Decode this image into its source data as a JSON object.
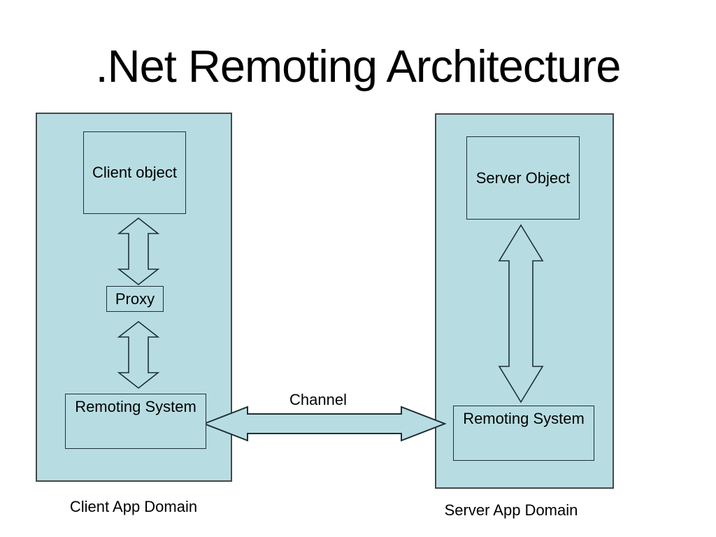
{
  "title": ".Net Remoting Architecture",
  "colors": {
    "domain_fill": "#b7dde2",
    "frame_stroke": "#474747",
    "box_stroke": "#1e3038",
    "shape_stroke": "#1e3038",
    "text_color": "#000000",
    "bg": "#ffffff"
  },
  "client_domain": {
    "label": "Client App Domain",
    "boxes": {
      "client_object": "Client object",
      "proxy": "Proxy",
      "remoting_system": "Remoting System"
    }
  },
  "server_domain": {
    "label": "Server App Domain",
    "boxes": {
      "server_object": "Server Object",
      "remoting_system": "Remoting System"
    }
  },
  "channel": {
    "label": "Channel"
  }
}
